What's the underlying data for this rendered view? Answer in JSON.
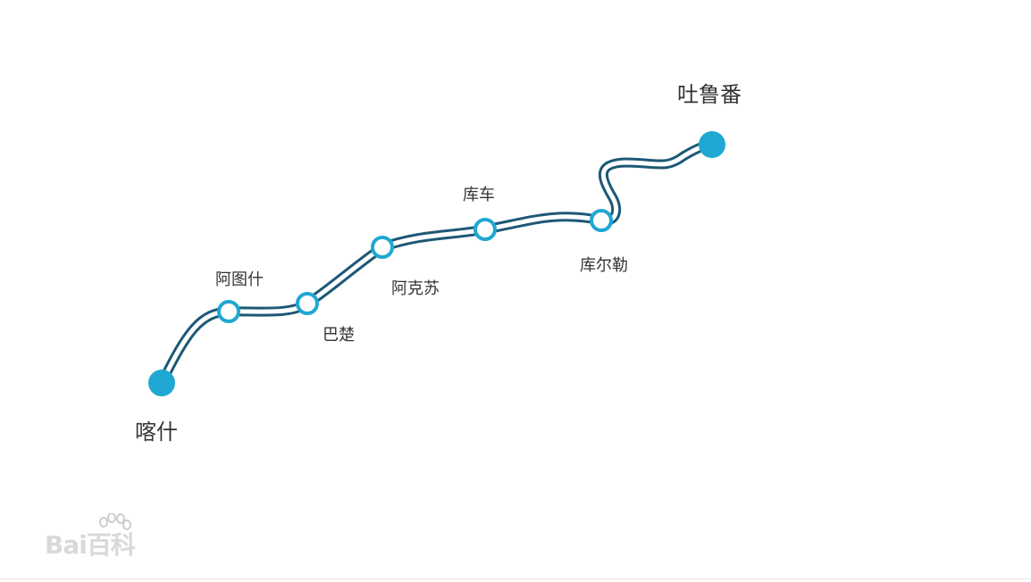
{
  "map": {
    "route_color": "#1d5876",
    "terminal_color": "#1fa8d2",
    "station_ring_color": "#1fa8d2",
    "station_fill_color": "#ffffff",
    "stations": [
      {
        "id": "kashi",
        "name": "喀什",
        "type": "terminal"
      },
      {
        "id": "atushi",
        "name": "阿图什",
        "type": "intermediate"
      },
      {
        "id": "bachu",
        "name": "巴楚",
        "type": "intermediate"
      },
      {
        "id": "akesu",
        "name": "阿克苏",
        "type": "intermediate"
      },
      {
        "id": "kuche",
        "name": "库车",
        "type": "intermediate"
      },
      {
        "id": "kuerle",
        "name": "库尔勒",
        "type": "intermediate"
      },
      {
        "id": "tulufan",
        "name": "吐鲁番",
        "type": "terminal"
      }
    ]
  },
  "watermark": {
    "text": "Bai百科",
    "icon": "paw-icon"
  }
}
